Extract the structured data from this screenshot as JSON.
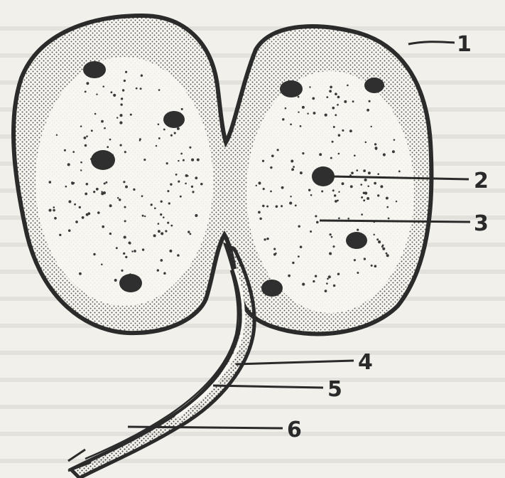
{
  "figure": {
    "labels": [
      {
        "id": "1",
        "text": "1"
      },
      {
        "id": "2",
        "text": "2"
      },
      {
        "id": "3",
        "text": "3"
      },
      {
        "id": "4",
        "text": "4"
      },
      {
        "id": "5",
        "text": "5"
      },
      {
        "id": "6",
        "text": "6"
      }
    ]
  },
  "colors": {
    "outline": "#2b2b2b",
    "stipple": "#3a3a3a",
    "nucleus": "#2f2f2f",
    "background": "#f1f0ea",
    "interior": "#f7f6f1"
  }
}
